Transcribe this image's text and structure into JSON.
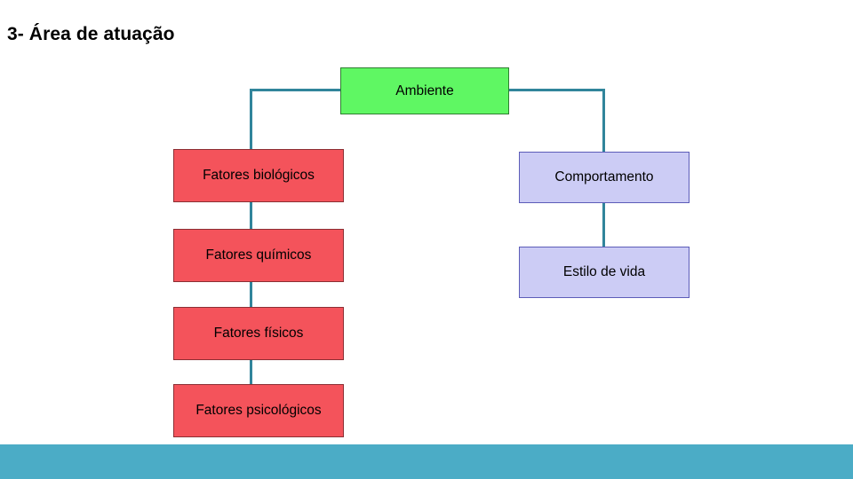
{
  "slide": {
    "title": "3- Área de atuação",
    "colors": {
      "green_fill": "#5FF763",
      "red_fill": "#F4535B",
      "blue_fill": "#CCCCF5",
      "connector": "#31859B",
      "footer_bar": "#4BACC6"
    }
  },
  "diagram": {
    "root": {
      "label": "Ambiente"
    },
    "left_branch": [
      {
        "label": "Fatores biológicos"
      },
      {
        "label": "Fatores químicos"
      },
      {
        "label": "Fatores físicos"
      },
      {
        "label": "Fatores psicológicos"
      }
    ],
    "right_branch": [
      {
        "label": "Comportamento"
      },
      {
        "label": "Estilo de vida"
      }
    ]
  }
}
